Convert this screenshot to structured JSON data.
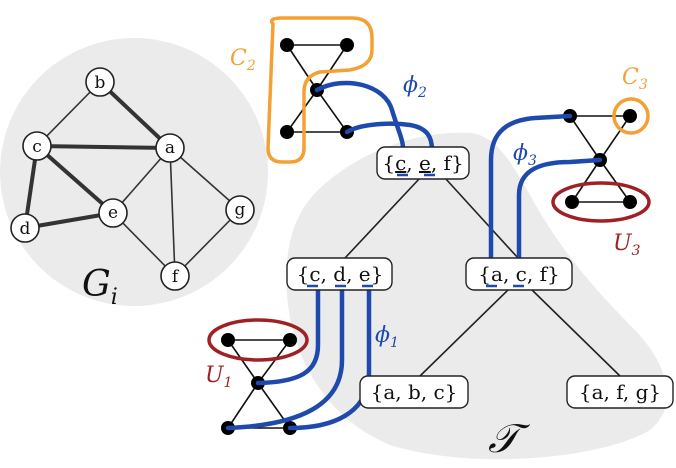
{
  "graph": {
    "name": "G",
    "name_sub": "i",
    "vertices": [
      "a",
      "b",
      "c",
      "d",
      "e",
      "f",
      "g"
    ]
  },
  "tree": {
    "name": "𝒯",
    "bags": {
      "root": [
        "{",
        "c",
        ", ",
        "e",
        ", f}"
      ],
      "left": [
        "{",
        "c",
        ", ",
        "d",
        ", ",
        "e",
        "}"
      ],
      "right": [
        "{",
        "a",
        ", ",
        "c",
        ", f}"
      ],
      "leaf_abc": "{a, b, c}",
      "leaf_afg": "{a, f, g}"
    }
  },
  "labels": {
    "c2": {
      "main": "C",
      "sub": "2"
    },
    "c3": {
      "main": "C",
      "sub": "3"
    },
    "u1": {
      "main": "U",
      "sub": "1"
    },
    "u3": {
      "main": "U",
      "sub": "3"
    },
    "phi1": {
      "main": "ϕ",
      "sub": "1"
    },
    "phi2": {
      "main": "ϕ",
      "sub": "2"
    },
    "phi3": {
      "main": "ϕ",
      "sub": "3"
    }
  },
  "colors": {
    "orange": "#f5a032",
    "blue": "#1f4aad",
    "red": "#9e2124",
    "gray": "#ebebeb"
  }
}
